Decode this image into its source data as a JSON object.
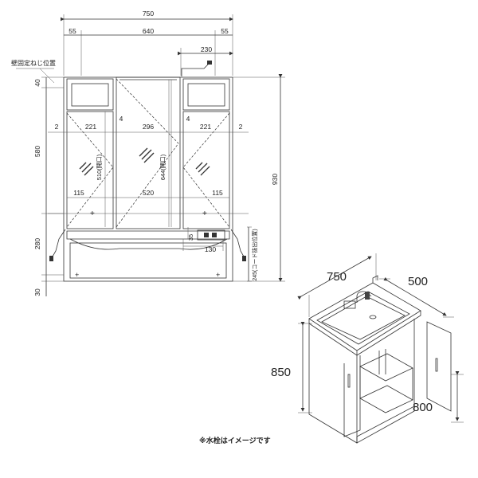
{
  "front_view": {
    "total_width": "750",
    "side_left": "55",
    "center_width": "640",
    "side_right": "55",
    "cord_offset": "230",
    "wall_screw_label": "壁固定ねじ位置",
    "top_gap": "40",
    "mirror_height": "580",
    "lower_height": "280",
    "bottom_gap": "30",
    "total_height": "930",
    "gap_left": "2",
    "gap_right": "2",
    "side_mirror_left": "221",
    "side_mirror_right": "221",
    "center_mirror": "296",
    "divider_left": "4",
    "divider_right": "4",
    "side_mirror_height": "510(開口)",
    "center_mirror_height": "644(開口)",
    "screw_left": "115",
    "screw_center": "520",
    "screw_right": "115",
    "outlet_small": "35",
    "outlet_width": "130",
    "cord_height": "245(コード抜出位置)"
  },
  "iso_view": {
    "width": "750",
    "depth": "500",
    "height": "850",
    "counter_height": "800"
  },
  "footnote": "※水栓はイメージです"
}
